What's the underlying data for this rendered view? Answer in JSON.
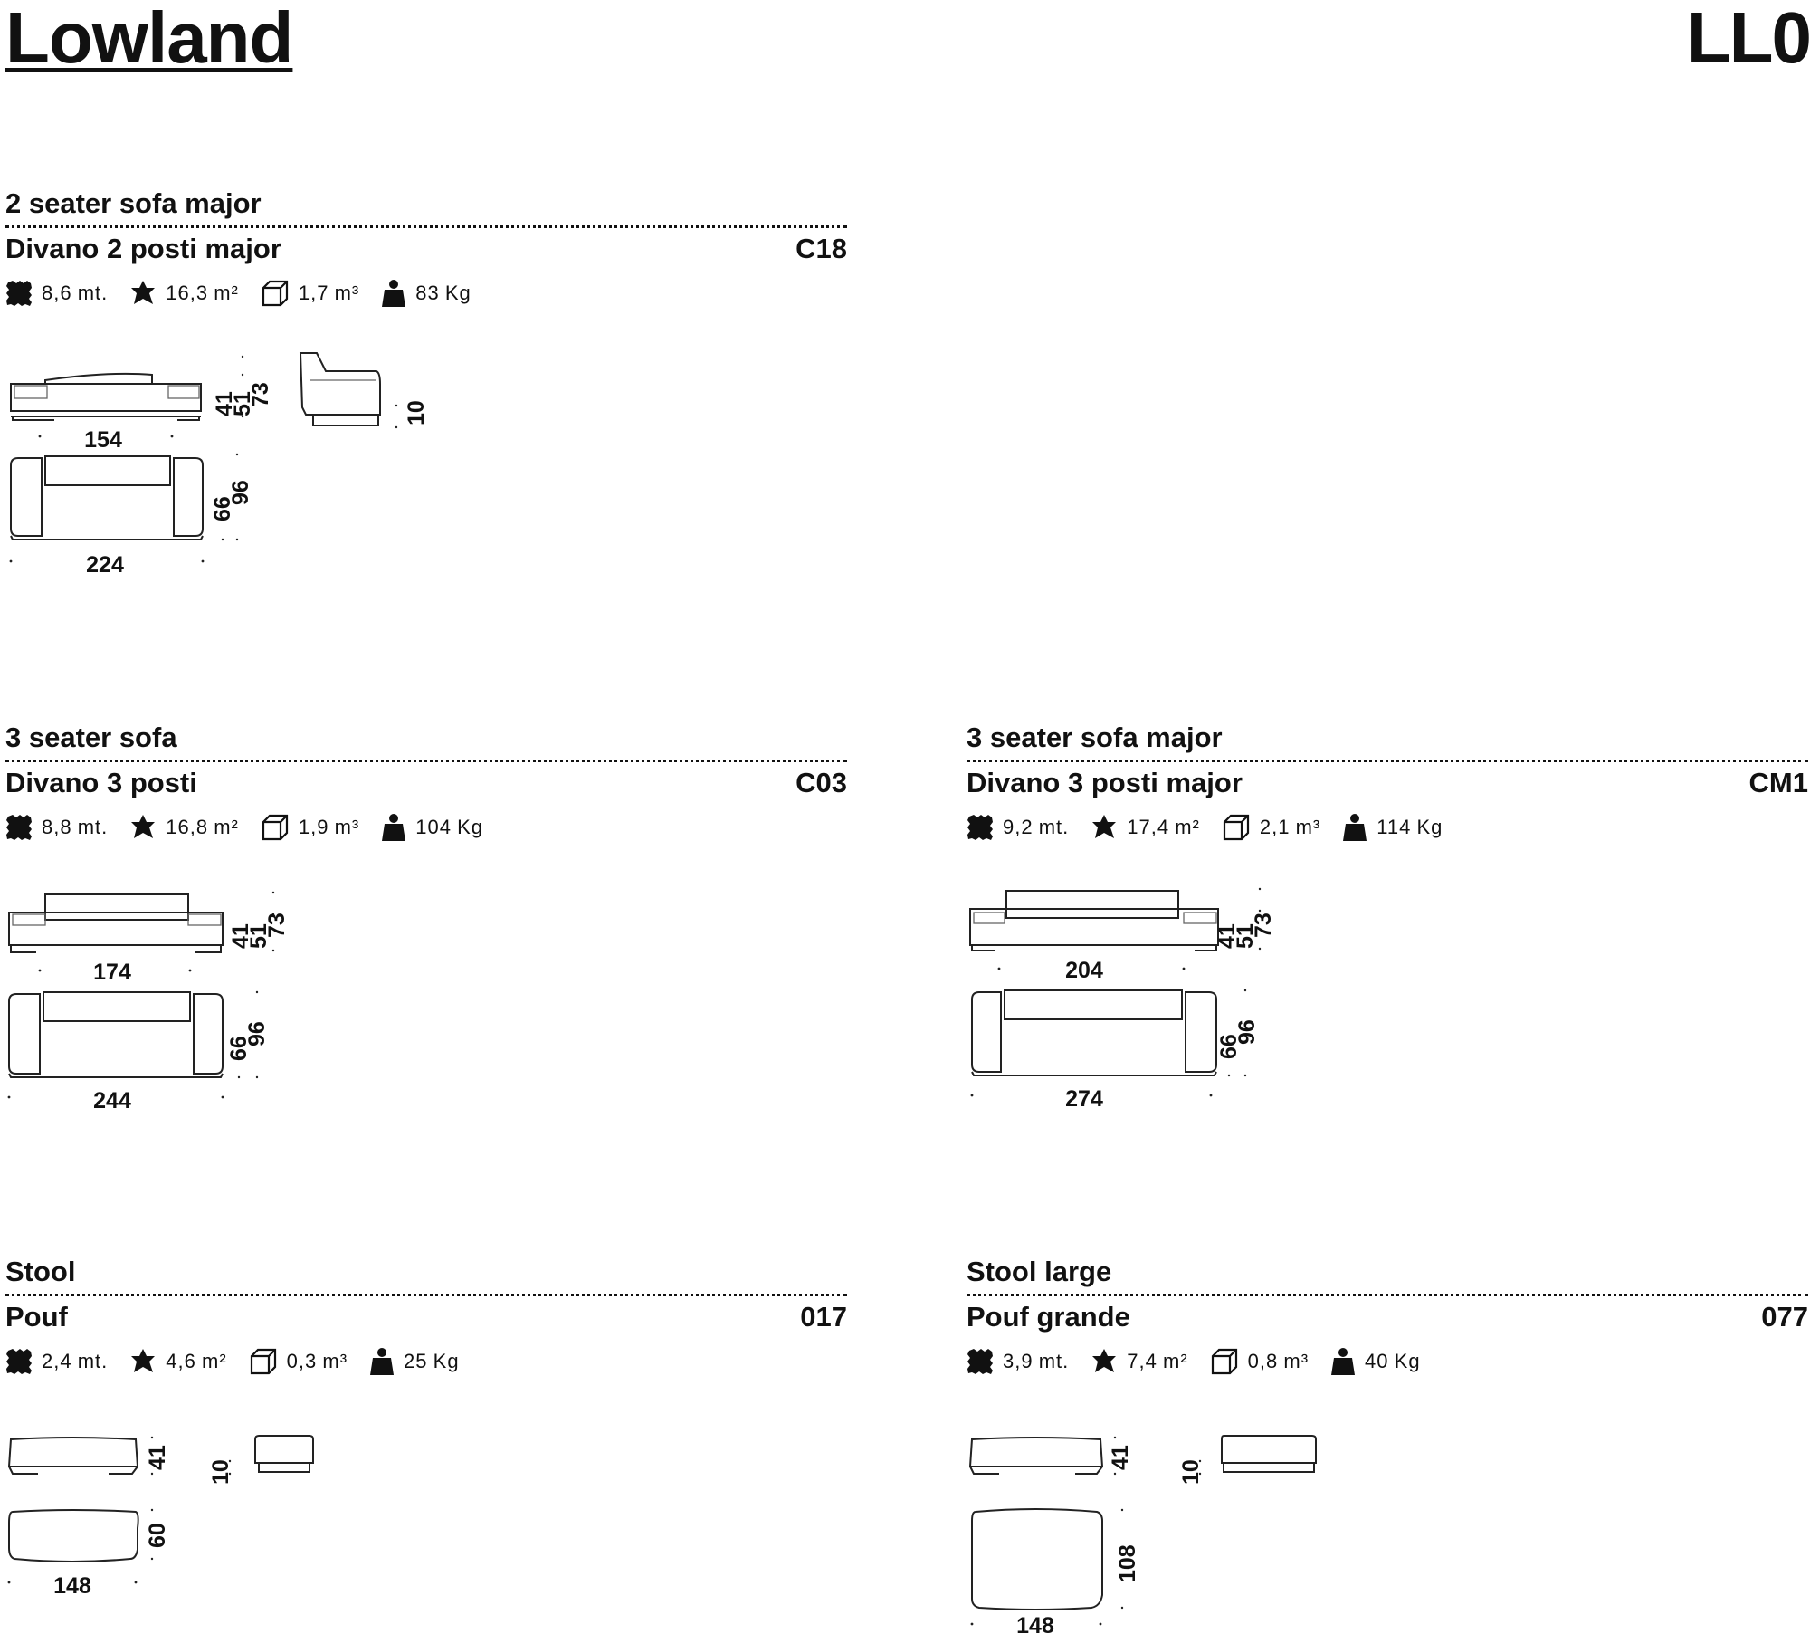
{
  "header": {
    "brand": "Lowland",
    "code": "LL0"
  },
  "units": {
    "length": "mt.",
    "area": "m²",
    "volume": "m³",
    "weight": "Kg"
  },
  "icons": [
    "fabric-icon",
    "leather-icon",
    "volume-icon",
    "weight-icon"
  ],
  "sections": [
    {
      "en": "2 seater sofa major",
      "it": "Divano 2 posti major",
      "code": "C18",
      "specs": {
        "length": "8,6",
        "area": "16,3",
        "volume": "1,7",
        "weight": "83"
      },
      "dims": {
        "front_w": "154",
        "seat_h": "41",
        "arm_h": "51",
        "back_h": "73",
        "leg_h": "10",
        "top_w": "224",
        "seat_d": "66",
        "depth": "96"
      }
    },
    {
      "en": "3 seater sofa",
      "it": "Divano 3 posti",
      "code": "C03",
      "specs": {
        "length": "8,8",
        "area": "16,8",
        "volume": "1,9",
        "weight": "104"
      },
      "dims": {
        "front_w": "174",
        "seat_h": "41",
        "arm_h": "51",
        "back_h": "73",
        "top_w": "244",
        "seat_d": "66",
        "depth": "96"
      }
    },
    {
      "en": "3 seater sofa major",
      "it": "Divano 3 posti major",
      "code": "CM1",
      "specs": {
        "length": "9,2",
        "area": "17,4",
        "volume": "2,1",
        "weight": "114"
      },
      "dims": {
        "front_w": "204",
        "seat_h": "41",
        "arm_h": "51",
        "back_h": "73",
        "top_w": "274",
        "seat_d": "66",
        "depth": "96"
      }
    },
    {
      "en": "Stool",
      "it": "Pouf",
      "code": "017",
      "specs": {
        "length": "2,4",
        "area": "4,6",
        "volume": "0,3",
        "weight": "25"
      },
      "dims": {
        "height": "41",
        "leg_h": "10",
        "depth": "60",
        "width": "148"
      }
    },
    {
      "en": "Stool large",
      "it": "Pouf grande",
      "code": "077",
      "specs": {
        "length": "3,9",
        "area": "7,4",
        "volume": "0,8",
        "weight": "40"
      },
      "dims": {
        "height": "41",
        "leg_h": "10",
        "depth": "108",
        "width": "148"
      }
    }
  ]
}
